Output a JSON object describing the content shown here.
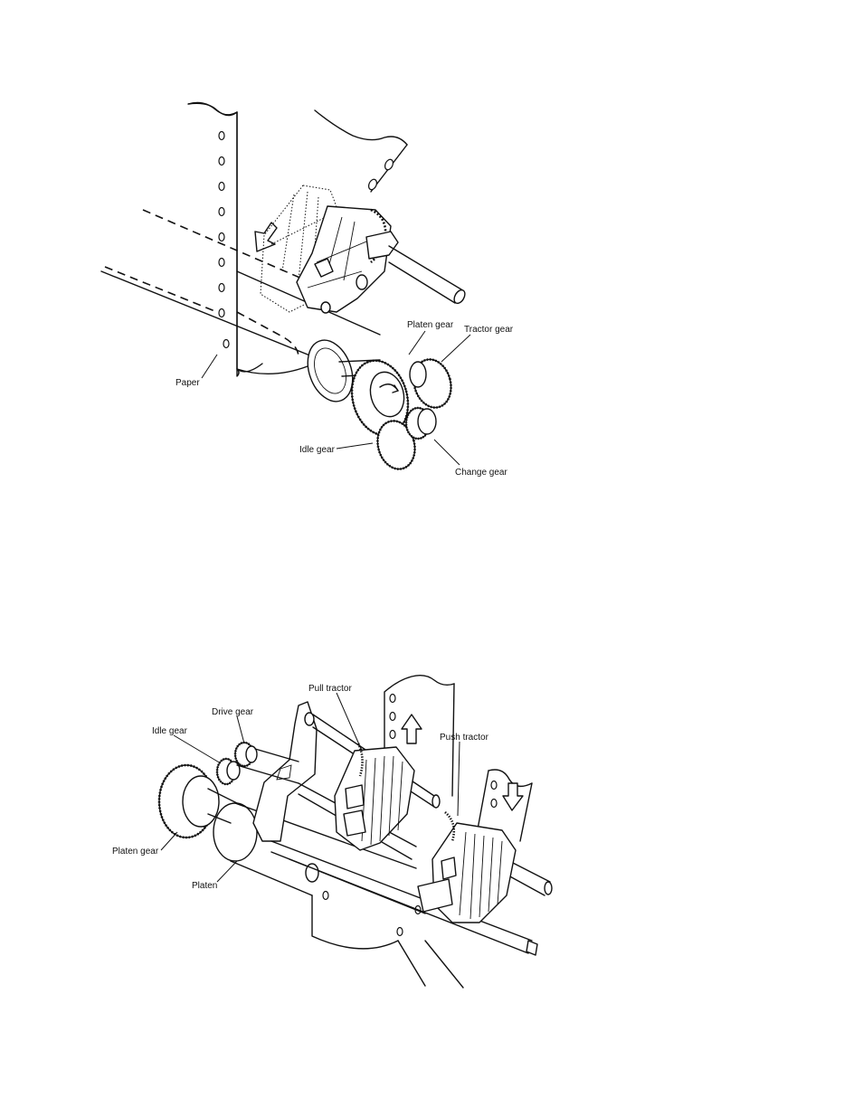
{
  "figure_top": {
    "labels": {
      "platen_gear": "Platen gear",
      "tractor_gear": "Tractor gear",
      "paper": "Paper",
      "idle_gear": "Idle gear",
      "change_gear": "Change gear"
    }
  },
  "figure_bottom": {
    "labels": {
      "pull_tractor": "Pull tractor",
      "drive_gear": "Drive gear",
      "idle_gear": "Idle gear",
      "push_tractor": "Push tractor",
      "platen_gear": "Platen gear",
      "platen": "Platen"
    }
  }
}
